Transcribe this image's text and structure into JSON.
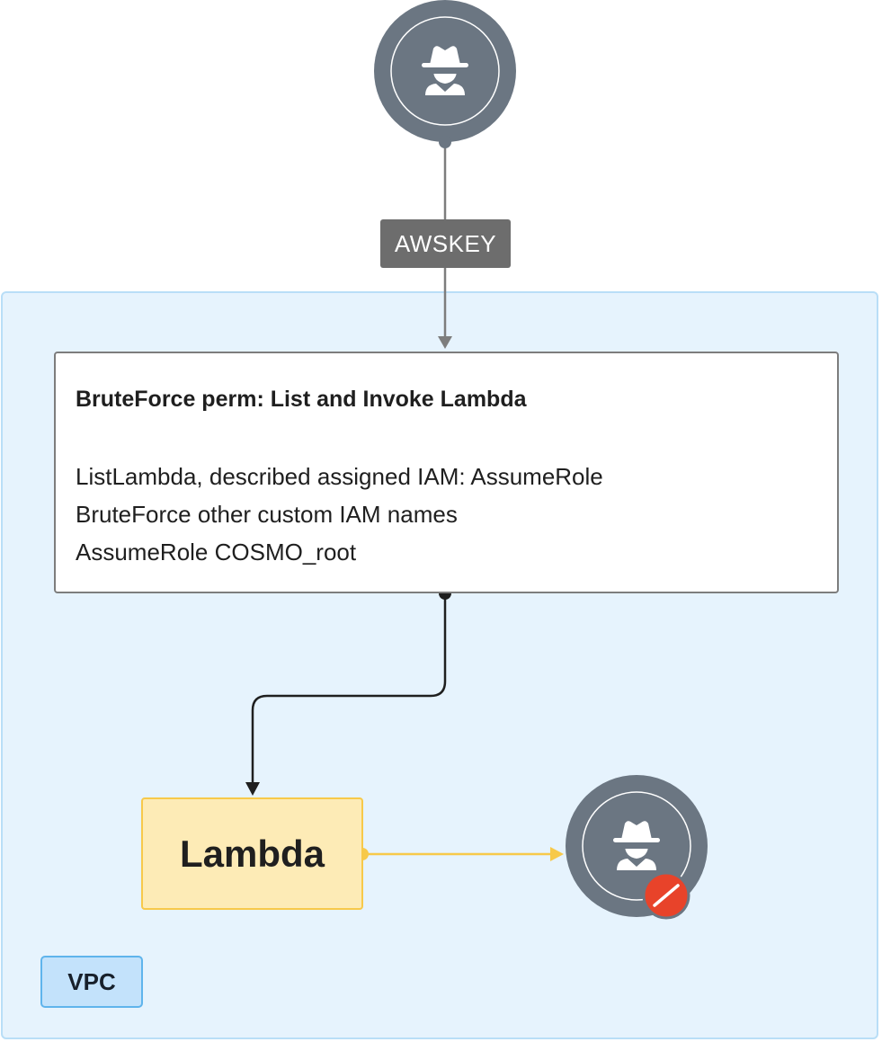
{
  "diagram": {
    "attacker_top": {
      "icon": "spy-icon"
    },
    "edge_label": "AWSKEY",
    "step": {
      "title": "BruteForce perm: List and Invoke Lambda",
      "lines": [
        "ListLambda, described assigned IAM: AssumeRole",
        "BruteForce other custom IAM names",
        "AssumeRole COSMO_root"
      ]
    },
    "lambda_label": "Lambda",
    "attacker_bottom": {
      "icon": "spy-icon",
      "badge": "blocked-icon"
    },
    "region_label": "VPC"
  },
  "colors": {
    "region_fill": "#e6f3fd",
    "region_border": "#b9def7",
    "node_gray": "#6b7682",
    "edge_gray": "#7d7d7d",
    "edge_black": "#1f1f1f",
    "edge_yellow": "#f7c94a",
    "lambda_fill": "#fdebb6",
    "badge_red": "#e8432a"
  }
}
